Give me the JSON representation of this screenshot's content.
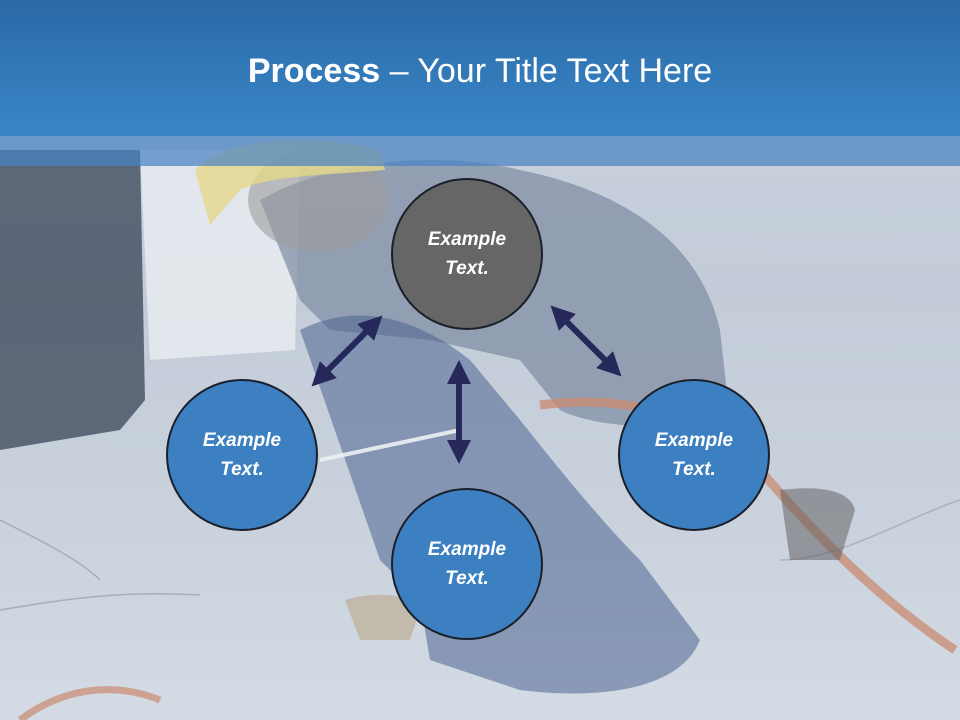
{
  "title": {
    "bold": "Process",
    "rest": " – Your Title Text Here"
  },
  "nodes": [
    {
      "text": "Example Text."
    },
    {
      "text": "Example Text."
    },
    {
      "text": "Example Text."
    },
    {
      "text": "Example Text."
    }
  ],
  "colors": {
    "header": "#3a86c8",
    "node_blue": "#3c80c2",
    "node_gray": "#666666",
    "arrow": "#26285a"
  }
}
